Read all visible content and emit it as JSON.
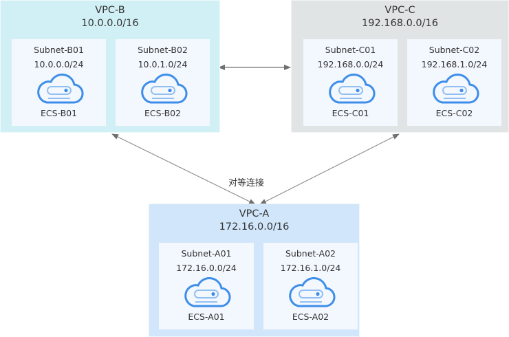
{
  "colors": {
    "vpc_b_bg": "#d1f0f5",
    "vpc_c_bg": "#e1e4e4",
    "vpc_a_bg": "#d1e6fa",
    "subnet_bg": "#f3f7fe",
    "icon_stroke": "#3d8ee9",
    "icon_inner": "#91bff2",
    "connector": "#6f6f6f"
  },
  "peering_label": "对等连接",
  "vpcs": {
    "b": {
      "name": "VPC-B",
      "cidr": "10.0.0.0/16",
      "subnets": [
        {
          "name": "Subnet-B01",
          "cidr": "10.0.0.0/24",
          "ecs": "ECS-B01",
          "icon": "cloud-server-icon"
        },
        {
          "name": "Subnet-B02",
          "cidr": "10.0.1.0/24",
          "ecs": "ECS-B02",
          "icon": "cloud-server-icon"
        }
      ]
    },
    "c": {
      "name": "VPC-C",
      "cidr": "192.168.0.0/16",
      "subnets": [
        {
          "name": "Subnet-C01",
          "cidr": "192.168.0.0/24",
          "ecs": "ECS-C01",
          "icon": "cloud-server-icon"
        },
        {
          "name": "Subnet-C02",
          "cidr": "192.168.1.0/24",
          "ecs": "ECS-C02",
          "icon": "cloud-server-icon"
        }
      ]
    },
    "a": {
      "name": "VPC-A",
      "cidr": "172.16.0.0/16",
      "subnets": [
        {
          "name": "Subnet-A01",
          "cidr": "172.16.0.0/24",
          "ecs": "ECS-A01",
          "icon": "cloud-server-icon"
        },
        {
          "name": "Subnet-A02",
          "cidr": "172.16.1.0/24",
          "ecs": "ECS-A02",
          "icon": "cloud-server-icon"
        }
      ]
    }
  },
  "connections": [
    {
      "from": "VPC-B",
      "to": "VPC-C",
      "type": "bidirectional"
    },
    {
      "from": "VPC-B",
      "to": "VPC-A",
      "type": "bidirectional"
    },
    {
      "from": "VPC-C",
      "to": "VPC-A",
      "type": "bidirectional"
    }
  ]
}
